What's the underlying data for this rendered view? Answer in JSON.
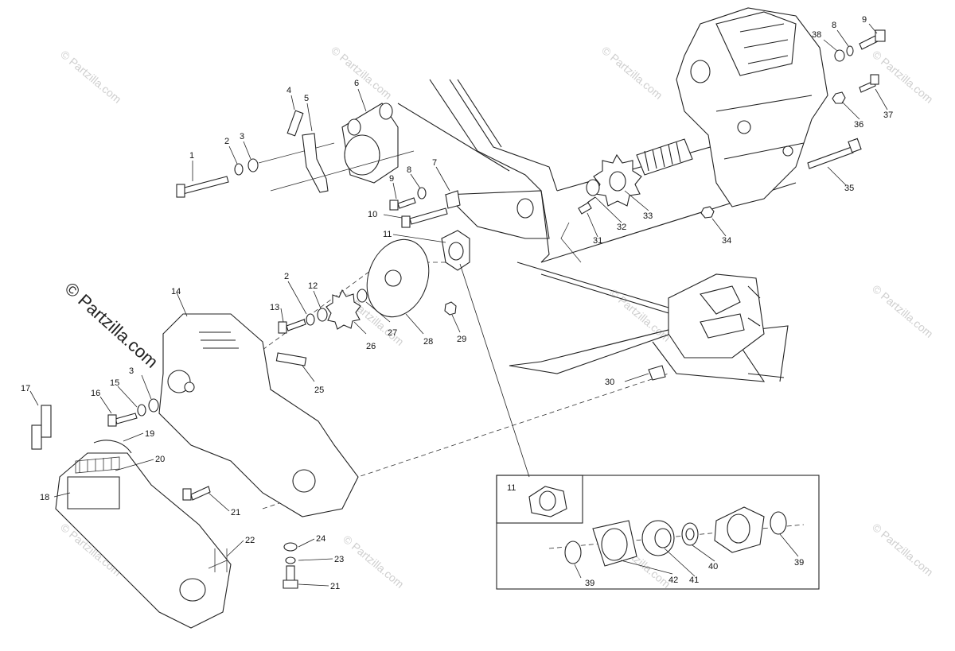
{
  "watermark": {
    "text": "© Partzilla.com",
    "prominent_text": "© Partzilla.com"
  },
  "callouts": {
    "c1": "1",
    "c2a": "2",
    "c3a": "3",
    "c4": "4",
    "c5": "5",
    "c6": "6",
    "c7": "7",
    "c8a": "8",
    "c9a": "9",
    "c10": "10",
    "c11a": "11",
    "c2b": "2",
    "c12": "12",
    "c13": "13",
    "c14": "14",
    "c25": "25",
    "c26": "26",
    "c27": "27",
    "c28": "28",
    "c29": "29",
    "c17": "17",
    "c16": "16",
    "c15": "15",
    "c3b": "3",
    "c19": "19",
    "c20": "20",
    "c18": "18",
    "c21a": "21",
    "c22": "22",
    "c24": "24",
    "c23": "23",
    "c21b": "21",
    "c30": "30",
    "c31": "31",
    "c32": "32",
    "c33": "33",
    "c34": "34",
    "c35": "35",
    "c36": "36",
    "c37": "37",
    "c38": "38",
    "c8b": "8",
    "c9b": "9",
    "c11b": "11",
    "c39a": "39",
    "c42": "42",
    "c41": "41",
    "c40": "40",
    "c39b": "39"
  }
}
